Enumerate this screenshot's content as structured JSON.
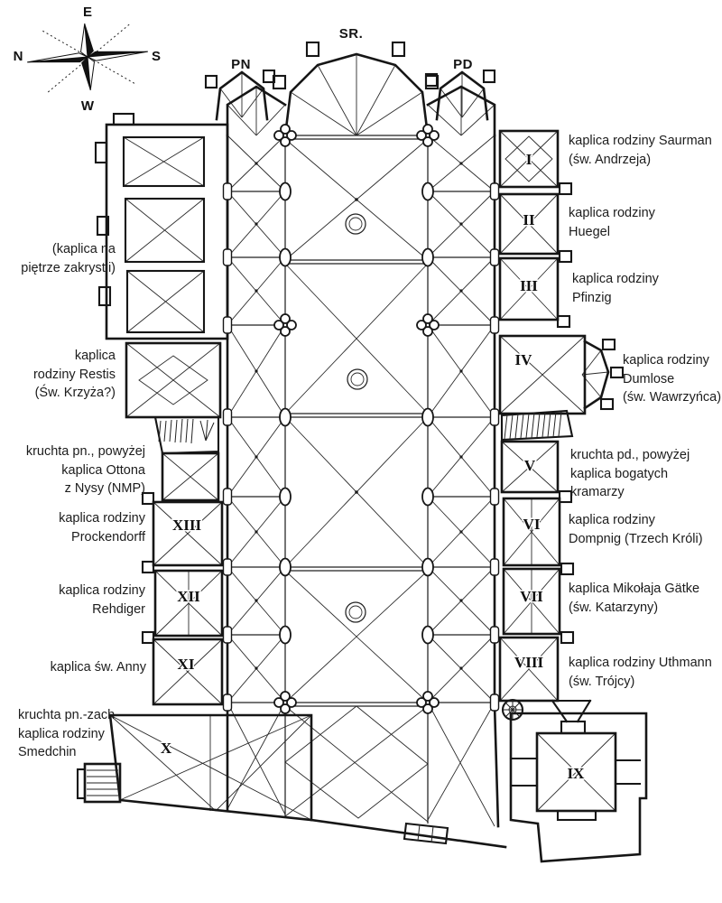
{
  "compass": {
    "top": "E",
    "left": "N",
    "right": "S",
    "bottom": "W"
  },
  "top_labels": {
    "apse": "SR.",
    "porch_north": "PN",
    "porch_south": "PD"
  },
  "numerals": {
    "i": "I",
    "ii": "II",
    "iii": "III",
    "iv": "IV",
    "v": "V",
    "vi": "VI",
    "vii": "VII",
    "viii": "VIII",
    "ix": "IX",
    "x": "X",
    "xi": "XI",
    "xii": "XII",
    "xiii": "XIII"
  },
  "left_labels": [
    "(kaplica na\npiętrze zakrystii)",
    "kaplica\nrodziny Restis\n(Św. Krzyża?)",
    "kruchta pn., powyżej\nkaplica Ottona\nz Nysy (NMP)",
    "kaplica rodziny\nProckendorff",
    "kaplica rodziny\nRehdiger",
    "kaplica św. Anny",
    "kruchta pn.-zach\nkaplica rodziny\nSmedchin"
  ],
  "right_labels": [
    "kaplica rodziny Saurman\n(św. Andrzeja)",
    "kaplica rodziny\nHuegel",
    "kaplica rodziny\nPfinzig",
    "kaplica rodziny\nDumlose\n(św. Wawrzyńca)",
    "kruchta pd., powyżej\nkaplica bogatych kramarzy",
    "kaplica rodziny\nDompnig (Trzech Króli)",
    "kaplica Mikołaja Gätke\n(św. Katarzyny)",
    "kaplica rodziny Uthmann\n(św. Trójcy)"
  ]
}
